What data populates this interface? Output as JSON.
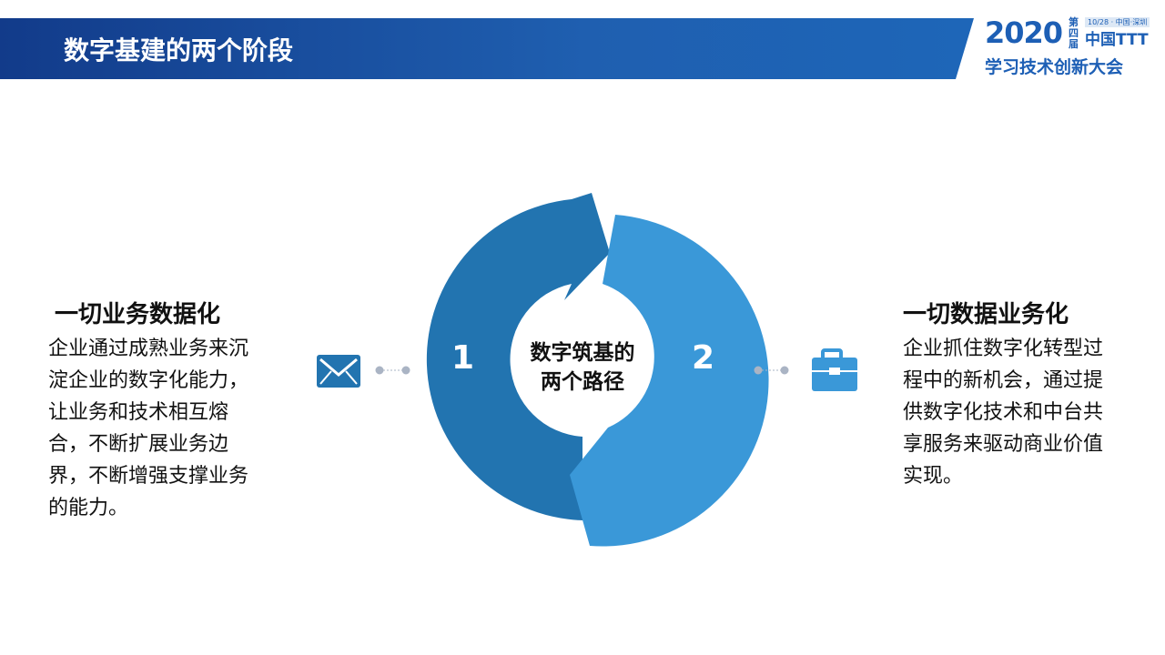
{
  "header": {
    "title": "数字基建的两个阶段"
  },
  "logo": {
    "year": "2020",
    "edition": "第四届",
    "date": "10/28 · 中国·深圳",
    "name": "中国TTT",
    "conference": "学习技术创新大会"
  },
  "diagram": {
    "center": [
      "数字筑基的",
      "两个路径"
    ],
    "step1": "1",
    "step2": "2",
    "colors": {
      "step1": "#2274b0",
      "step2": "#3a98d8"
    }
  },
  "left": {
    "icon": "envelope-icon",
    "heading": "一切业务数据化",
    "text": "企业通过成熟业务来沉淀企业的数字化能力，让业务和技术相互熔合，不断扩展业务边界，不断增强支撑业务的能力。"
  },
  "right": {
    "icon": "briefcase-icon",
    "heading": "一切数据业务化",
    "text": "企业抓住数字化转型过程中的新机会，通过提供数字化技术和中台共享服务来驱动商业价值实现。"
  }
}
